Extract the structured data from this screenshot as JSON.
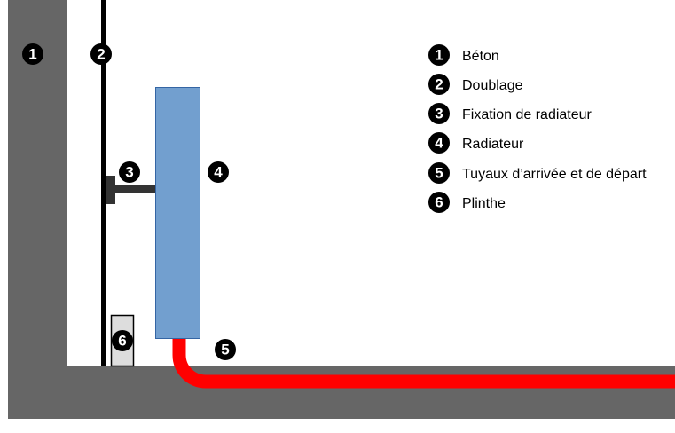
{
  "markers": {
    "concrete": "1",
    "doublage": "2",
    "fixation": "3",
    "radiator": "4",
    "pipes": "5",
    "plinthe": "6"
  },
  "legend": {
    "items": [
      {
        "number": "1",
        "label": "Béton"
      },
      {
        "number": "2",
        "label": "Doublage"
      },
      {
        "number": "3",
        "label": "Fixation de radiateur"
      },
      {
        "number": "4",
        "label": "Radiateur"
      },
      {
        "number": "5",
        "label": "Tuyaux d’arrivée et de départ"
      },
      {
        "number": "6",
        "label": "Plinthe"
      }
    ]
  },
  "colors": {
    "concrete": "#666666",
    "doublage": "#000000",
    "bracket": "#333333",
    "radiator": "#729fcf",
    "radiator_border": "#3465a4",
    "pipe": "#ff0000",
    "plinthe": "#dddddd",
    "marker": "#000000",
    "marker_text": "#ffffff"
  }
}
